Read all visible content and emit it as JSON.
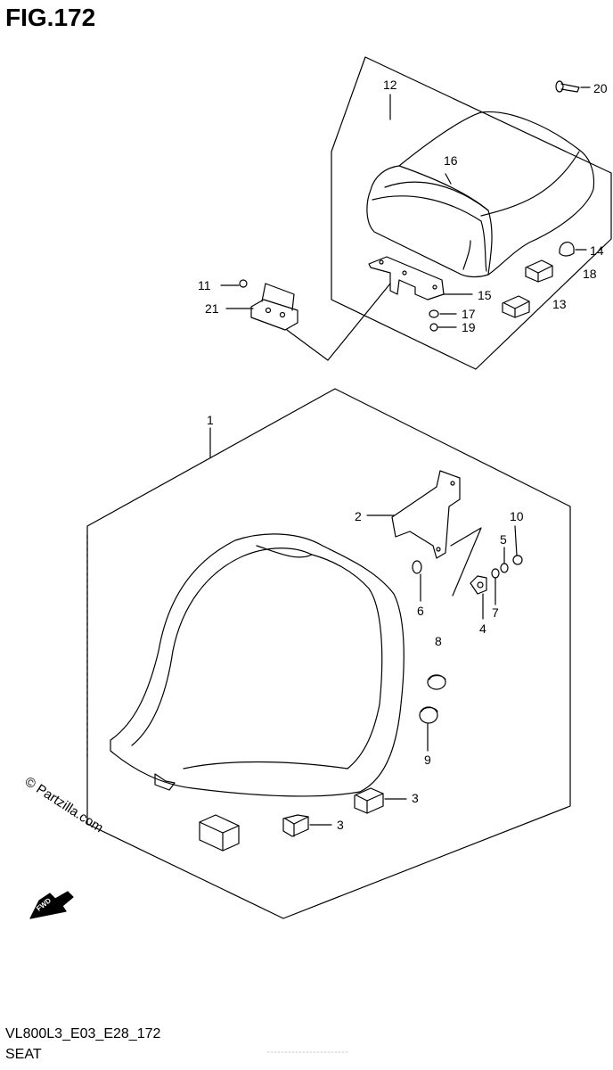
{
  "figure": {
    "title": "FIG.172",
    "code": "VL800L3_E03_E28_172",
    "section": "SEAT",
    "watermark": "© Partzilla.com",
    "fwd_label": "FWD"
  },
  "callouts": [
    "1",
    "2",
    "3",
    "3",
    "4",
    "5",
    "6",
    "7",
    "8",
    "9",
    "10",
    "11",
    "12",
    "13",
    "14",
    "15",
    "16",
    "17",
    "18",
    "19",
    "20",
    "21"
  ]
}
